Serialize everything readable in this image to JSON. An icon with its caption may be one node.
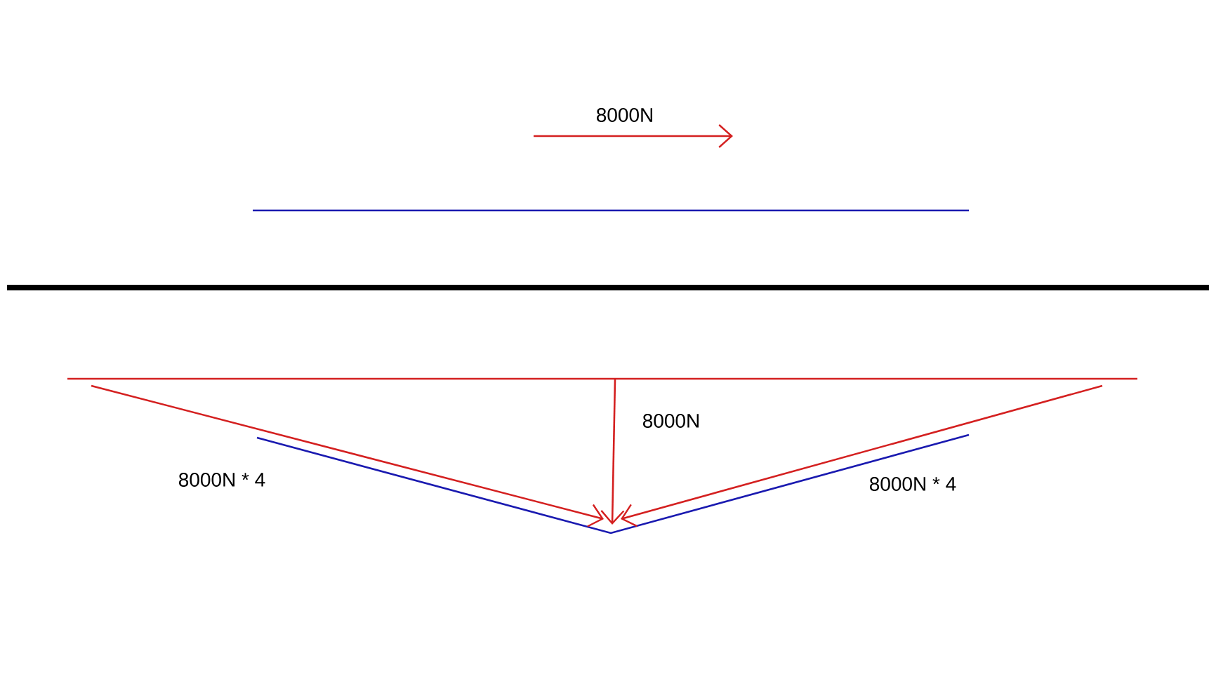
{
  "diagram": {
    "labels": [
      "8000N",
      "8000N",
      "8000N * 4",
      "8000N * 4"
    ]
  }
}
